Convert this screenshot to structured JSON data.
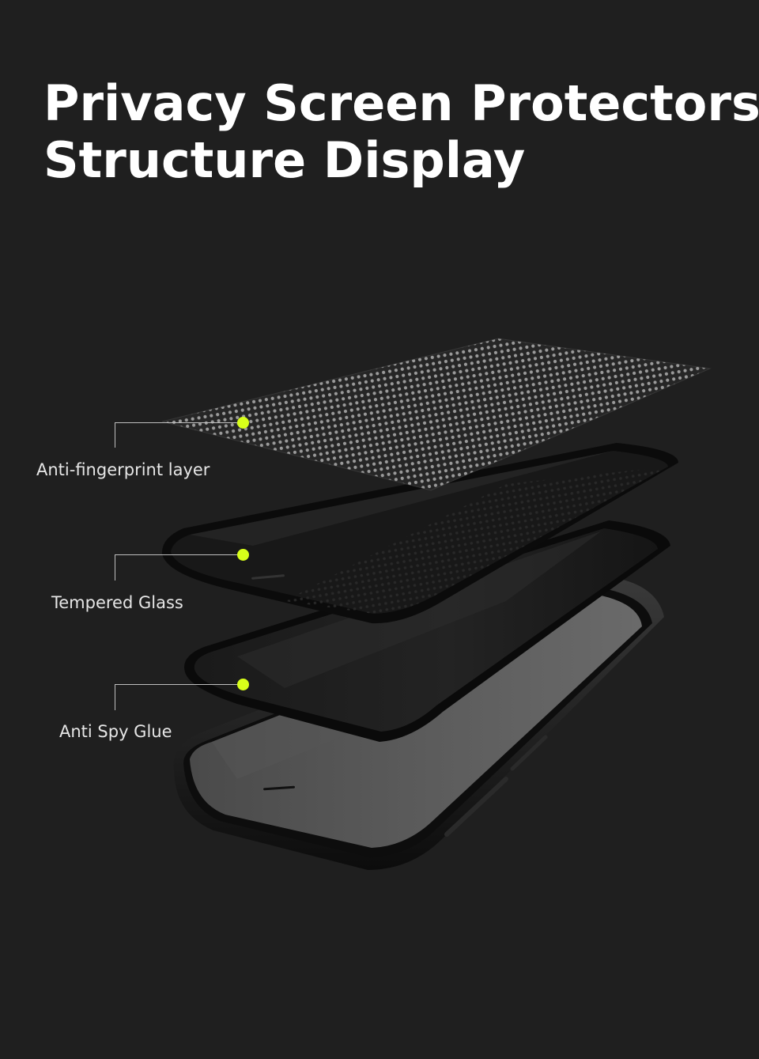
{
  "title": {
    "line1": "Privacy Screen Protectors",
    "line2": "Structure Display"
  },
  "layers": [
    {
      "label": "Anti-fingerprint layer"
    },
    {
      "label": "Tempered Glass"
    },
    {
      "label": "Anti Spy Glue"
    }
  ],
  "colors": {
    "background": "#1f1f1f",
    "title": "#ffffff",
    "callout_dot": "#d8ff1a",
    "callout_line": "#bfbfbf"
  }
}
